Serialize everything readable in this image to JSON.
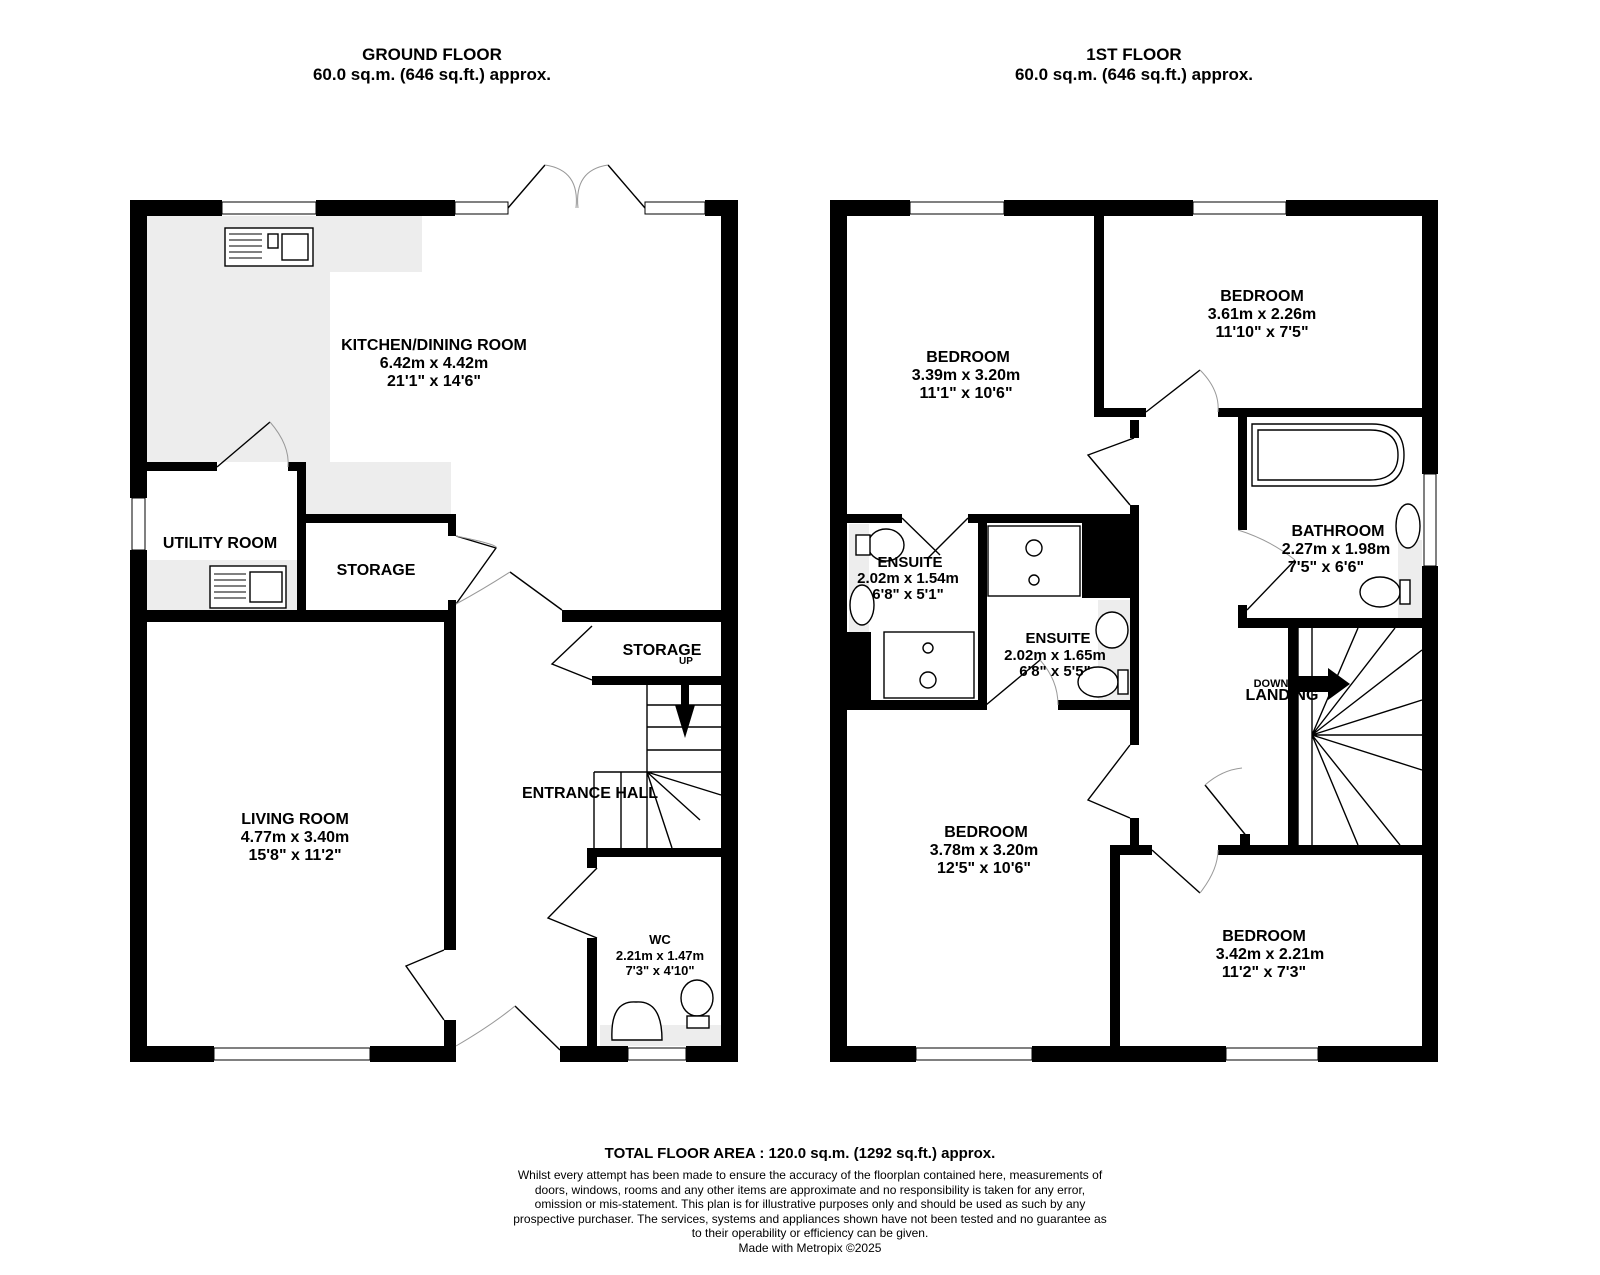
{
  "ground_floor": {
    "title": "GROUND FLOOR",
    "area": "60.0 sq.m. (646 sq.ft.) approx.",
    "rooms": {
      "kitchen": {
        "name": "KITCHEN/DINING ROOM",
        "metric": "6.42m  x 4.42m",
        "imperial": "21'1\"  x 14'6\""
      },
      "utility": {
        "name": "UTILITY ROOM"
      },
      "storage1": {
        "name": "STORAGE"
      },
      "storage2": {
        "name": "STORAGE",
        "note": "UP"
      },
      "hall": {
        "name": "ENTRANCE HALL"
      },
      "living": {
        "name": "LIVING ROOM",
        "metric": "4.77m  x 3.40m",
        "imperial": "15'8\"  x 11'2\""
      },
      "wc": {
        "name": "WC",
        "metric": "2.21m  x 1.47m",
        "imperial": "7'3\"  x 4'10\""
      }
    }
  },
  "first_floor": {
    "title": "1ST FLOOR",
    "area": "60.0 sq.m. (646 sq.ft.) approx.",
    "rooms": {
      "bed1": {
        "name": "BEDROOM",
        "metric": "3.39m  x 3.20m",
        "imperial": "11'1\"  x 10'6\""
      },
      "bed2": {
        "name": "BEDROOM",
        "metric": "3.61m  x 2.26m",
        "imperial": "11'10\"  x 7'5\""
      },
      "bath": {
        "name": "BATHROOM",
        "metric": "2.27m  x 1.98m",
        "imperial": "7'5\"  x 6'6\""
      },
      "ensuite1": {
        "name": "ENSUITE",
        "metric": "2.02m  x 1.54m",
        "imperial": "6'8\"  x 5'1\""
      },
      "ensuite2": {
        "name": "ENSUITE",
        "metric": "2.02m  x 1.65m",
        "imperial": "6'8\"  x 5'5\""
      },
      "landing": {
        "name": "LANDING",
        "note": "DOWN"
      },
      "bed3": {
        "name": "BEDROOM",
        "metric": "3.78m  x 3.20m",
        "imperial": "12'5\"  x 10'6\""
      },
      "bed4": {
        "name": "BEDROOM",
        "metric": "3.42m  x 2.21m",
        "imperial": "11'2\"  x 7'3\""
      }
    }
  },
  "footer": {
    "total": "TOTAL FLOOR AREA : 120.0 sq.m. (1292 sq.ft.) approx.",
    "disclaimer": "Whilst every attempt has been made to ensure the accuracy of the floorplan contained here, measurements of doors, windows, rooms and any other items are approximate and no responsibility is taken for any error, omission or mis-statement. This plan is for illustrative purposes only and should be used as such by any prospective purchaser. The services, systems and appliances shown have not been tested and no guarantee as to their operability or efficiency can be given.",
    "credit": "Made with Metropix ©2025"
  }
}
